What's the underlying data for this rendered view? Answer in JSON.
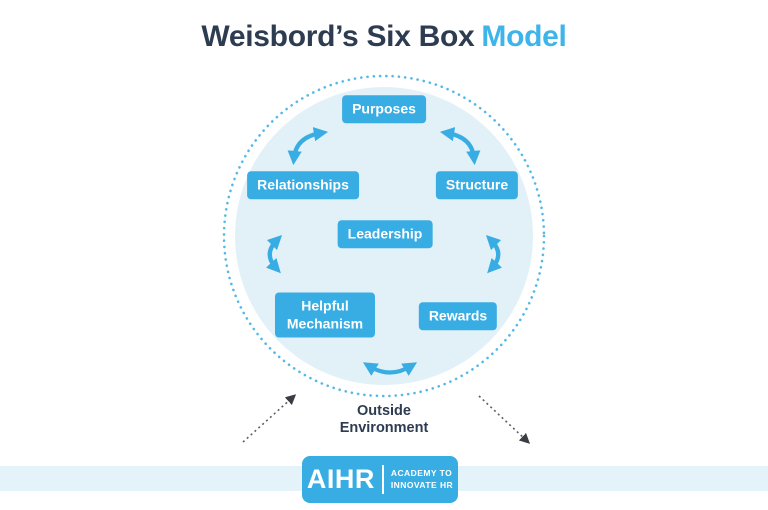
{
  "title": {
    "main": "Weisbord’s Six Box",
    "accent": "Model"
  },
  "diagram": {
    "boxes": {
      "purposes": "Purposes",
      "relationships": "Relationships",
      "structure": "Structure",
      "leadership": "Leadership",
      "helpful_mechanism": "Helpful Mechanism",
      "rewards": "Rewards"
    },
    "outside_label": "Outside Environment",
    "icons": [
      "curved-double-arrow-purposes-relationships",
      "curved-double-arrow-purposes-structure",
      "curved-double-arrow-relationships-helpful-mechanism",
      "curved-double-arrow-structure-rewards",
      "curved-double-arrow-helpful-mechanism-rewards",
      "dashed-arrow-left-inward",
      "dashed-arrow-right-outward"
    ]
  },
  "footer": {
    "logo_name": "AIHR",
    "tagline_line1": "ACADEMY TO",
    "tagline_line2": "INNOVATE HR"
  },
  "colors": {
    "accent_blue": "#38ade3",
    "title_navy": "#2d3c50",
    "title_accent_blue": "#3db4ea",
    "circle_fill": "#e2f1f8",
    "dotted_ring_blue": "#55b9e8",
    "footer_band": "#e4f2f9",
    "dashed_arrow_gray": "#5c5f66",
    "box_text": "#ffffff"
  }
}
